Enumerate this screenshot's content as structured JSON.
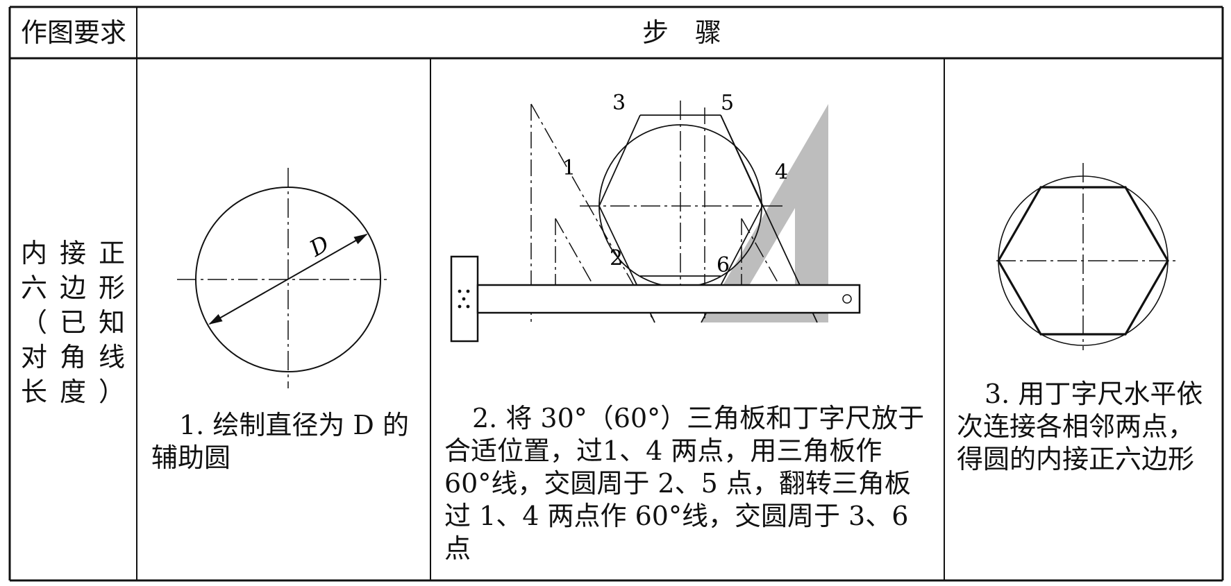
{
  "header": {
    "requirement": "作图要求",
    "steps": "步　骤"
  },
  "requirement_text": "内接正六边形（已知对角线长度）",
  "step1": {
    "text": "1. 绘制直径为 D 的辅助圆",
    "label_D": "D"
  },
  "step2": {
    "text": "2. 将 30°（60°）三角板和丁字尺放于合适位置，过1、4 两点，用三角板作 60°线，交圆周于 2、5 点，翻转三角板过 1、4 两点作 60°线，交圆周于 3、6 点",
    "point_labels": [
      "1",
      "2",
      "3",
      "4",
      "5",
      "6"
    ]
  },
  "step3": {
    "text": "3. 用丁字尺水平依次连接各相邻两点，得圆的内接正六边形"
  },
  "colors": {
    "line": "#111111",
    "triangle_fill": "#bdbdbd",
    "background": "#ffffff"
  }
}
